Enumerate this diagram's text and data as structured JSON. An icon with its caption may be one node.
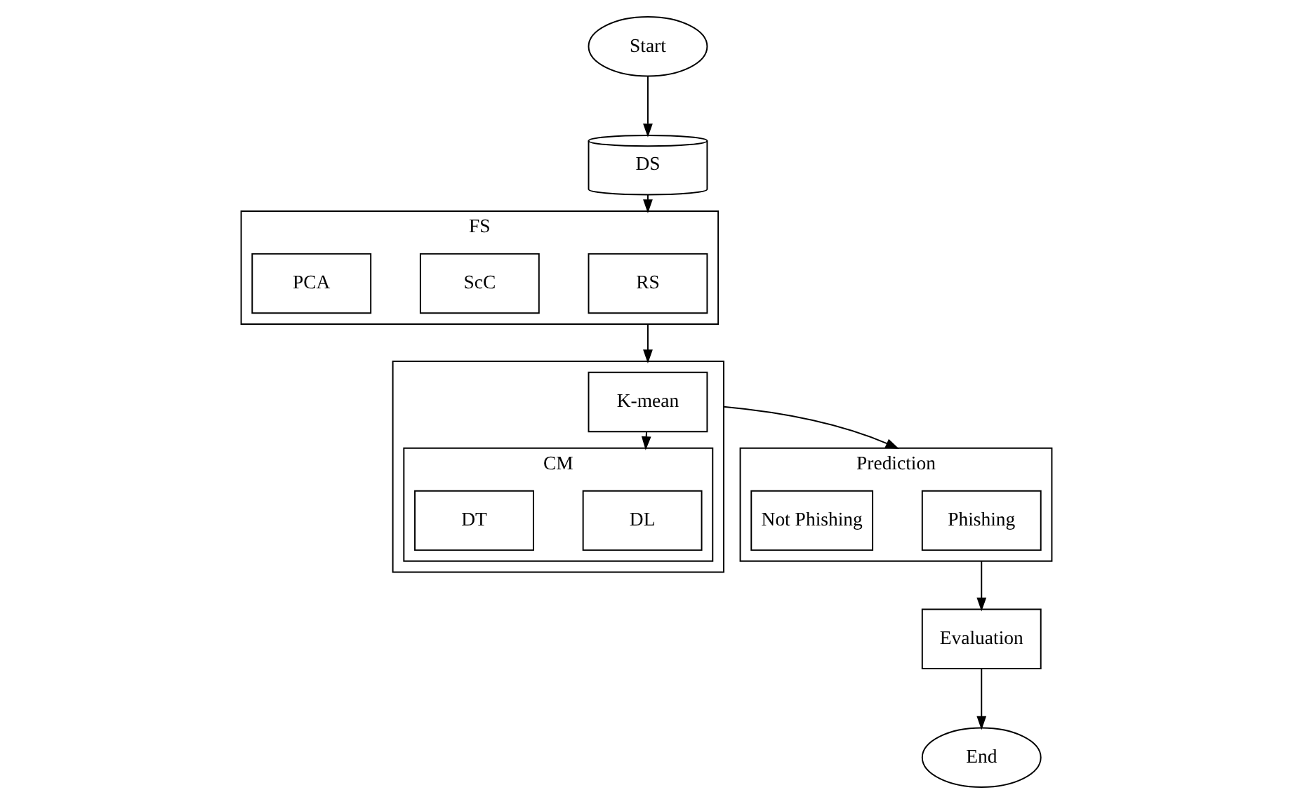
{
  "diagram": {
    "nodes": [
      {
        "text": [
          "Start"
        ]
      },
      {
        "text": [
          "DS"
        ]
      },
      {
        "text": [
          "FS"
        ]
      },
      {
        "text": [
          "RS"
        ],
        "in": 2
      },
      {
        "text": [
          "ScC"
        ],
        "in": 2
      },
      {
        "text": [
          "PCA"
        ],
        "in": 2
      },
      {
        "text": [],
        "shape": "box"
      },
      {
        "text": [
          "K-mean"
        ],
        "in": 6
      },
      {
        "text": [
          "CM"
        ],
        "in": 6
      },
      {
        "text": [
          "DL"
        ],
        "in": 8
      },
      {
        "text": [
          "DT"
        ],
        "in": 8
      },
      {
        "text": [
          "Prediction"
        ]
      },
      {
        "text": [
          "Phishing"
        ],
        "in": 11
      },
      {
        "text": [
          "Not Phishing"
        ],
        "in": 11
      },
      {
        "text": [
          "Evaluation"
        ]
      },
      {
        "text": [
          "End"
        ]
      }
    ],
    "edges": [
      {
        "from": 0,
        "to": 1,
        "arrow": "to"
      },
      {
        "from": 1,
        "to": 2,
        "arrow": "to"
      },
      {
        "from": 2,
        "to": 6,
        "arrow": "to"
      },
      {
        "from": 7,
        "to": 8,
        "arrow": "to"
      },
      {
        "from": 6,
        "to": 11,
        "arrow": "to"
      },
      {
        "from": 11,
        "to": 14,
        "arrow": "to"
      },
      {
        "from": 14,
        "to": 15,
        "arrow": "to"
      }
    ]
  }
}
